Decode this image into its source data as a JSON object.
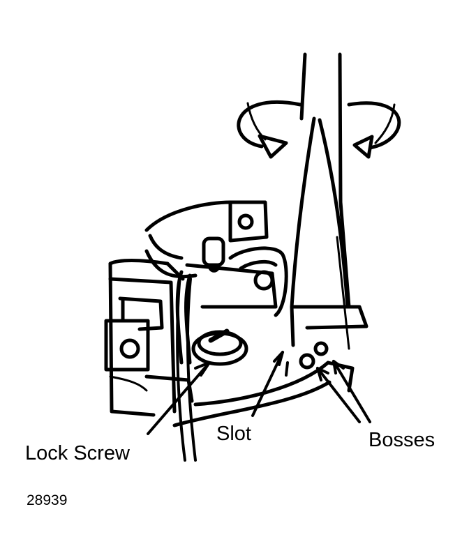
{
  "callouts": {
    "lock_screw": "Lock Screw",
    "slot": "Slot",
    "bosses": "Bosses"
  },
  "figure_number": "28939",
  "colors": {
    "ink": "#000000",
    "paper": "#ffffff"
  },
  "icons": [
    "rotation-arrow-icon"
  ]
}
